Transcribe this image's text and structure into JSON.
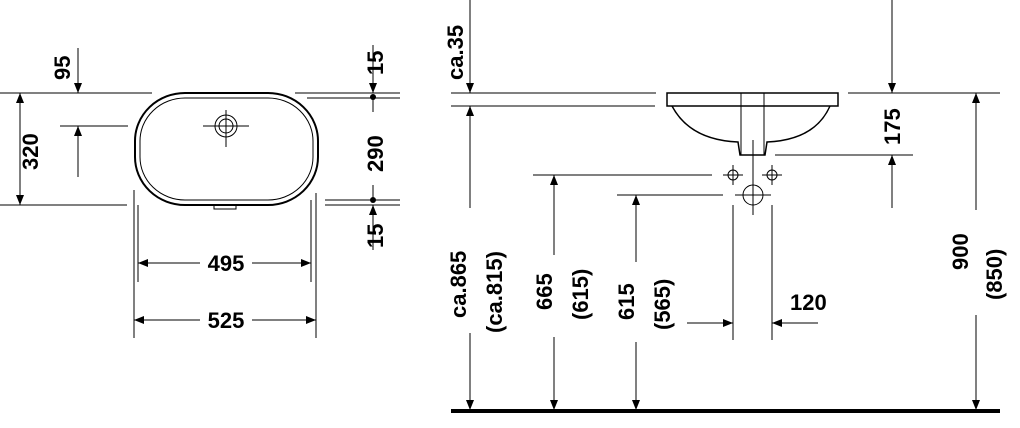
{
  "top_view": {
    "dim_depth_offset": "95",
    "dim_overall_depth": "320",
    "dim_inner_depth": "290",
    "dim_rim_top": "15",
    "dim_rim_bottom": "15",
    "dim_inner_width": "495",
    "dim_overall_width": "525"
  },
  "side_view": {
    "dim_rim_above": "ca.35",
    "dim_bowl_height": "175",
    "dim_counter_height": "900",
    "dim_counter_height_alt": "(850)",
    "dim_bowl_bottom": "ca.865",
    "dim_bowl_bottom_alt": "(ca.815)",
    "dim_supply_height": "665",
    "dim_supply_height_alt": "(615)",
    "dim_drain_height": "615",
    "dim_drain_height_alt": "(565)",
    "dim_supply_spacing": "120"
  }
}
